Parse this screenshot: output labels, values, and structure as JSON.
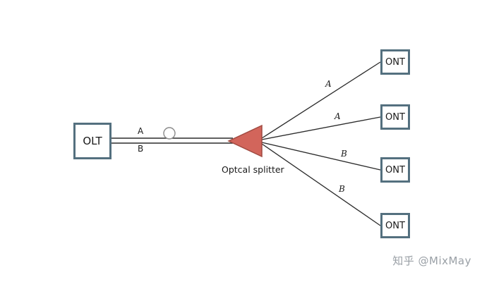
{
  "diagram": {
    "olt": {
      "label": "OLT"
    },
    "splitter": {
      "label": "Optcal splitter"
    },
    "trunk_labels": {
      "top": "A",
      "bottom": "B"
    },
    "onts": [
      {
        "label": "ONT",
        "line_label": "A"
      },
      {
        "label": "ONT",
        "line_label": "A"
      },
      {
        "label": "ONT",
        "line_label": "B"
      },
      {
        "label": "ONT",
        "line_label": "B"
      }
    ],
    "watermark": "知乎 @MixMay",
    "colors": {
      "splitter_fill": "#d2655b",
      "splitter_stroke": "#a04a41",
      "box_border": "#54707f",
      "line": "#2b2b2b",
      "watermark": "#9aa0a6"
    }
  }
}
